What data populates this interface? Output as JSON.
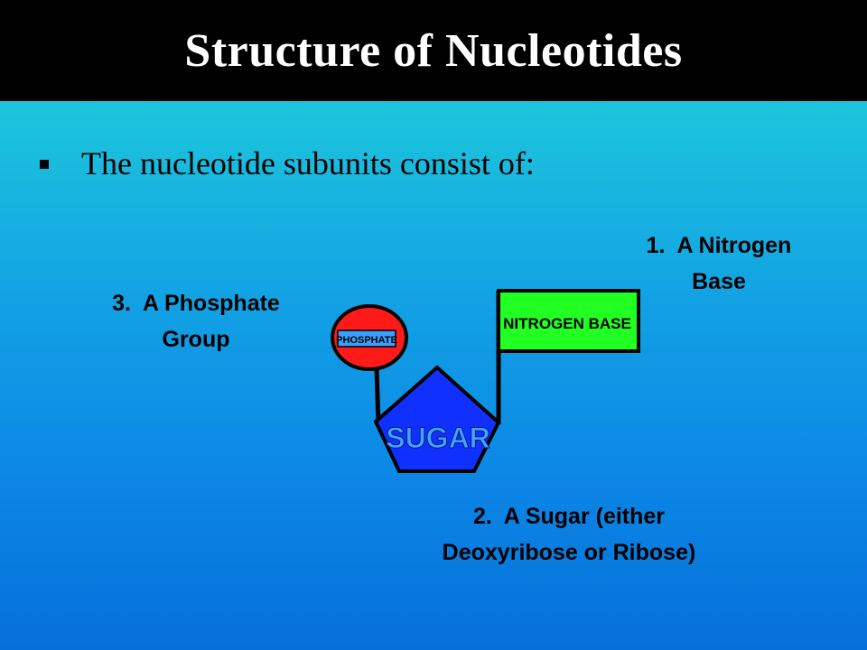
{
  "slide": {
    "title": "Structure of Nucleotides",
    "bullet": "The nucleotide subunits consist of:"
  },
  "labels": {
    "base_line1": "1.  A Nitrogen",
    "base_line2": "Base",
    "phosphate_line1": "3.  A Phosphate",
    "phosphate_line2": "Group",
    "sugar_line1": "2.  A Sugar (either",
    "sugar_line2": "Deoxyribose or Ribose)"
  },
  "diagram": {
    "phosphate_text": "PHOSPHATE",
    "sugar_text": "SUGAR",
    "base_text": "NITROGEN BASE",
    "colors": {
      "phosphate": "#ff1a1a",
      "sugar": "#1030ff",
      "base": "#22ff22",
      "outline": "#000000"
    }
  }
}
